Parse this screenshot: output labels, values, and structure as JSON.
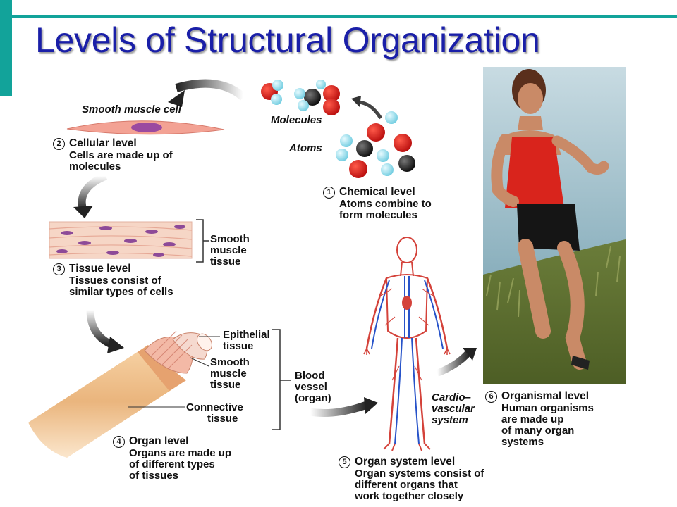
{
  "title": "Levels of Structural Organization",
  "colors": {
    "accent": "#12a39a",
    "title": "#1a1fa8"
  },
  "labels": {
    "smooth_muscle_cell": "Smooth muscle cell",
    "molecules": "Molecules",
    "atoms": "Atoms",
    "smooth_muscle_tissue": [
      "Smooth",
      "muscle",
      "tissue"
    ],
    "epithelial_tissue": [
      "Epithelial",
      "tissue"
    ],
    "smooth_muscle_tissue_2": [
      "Smooth",
      "muscle",
      "tissue"
    ],
    "connective_tissue": [
      "Connective",
      "tissue"
    ],
    "blood_vessel": [
      "Blood",
      "vessel",
      "(organ)"
    ],
    "cardiovascular_system": [
      "Cardio–",
      "vascular",
      "system"
    ]
  },
  "levels": [
    {
      "num": "1",
      "name": "Chemical level",
      "desc": [
        "Atoms combine to",
        "form molecules"
      ]
    },
    {
      "num": "2",
      "name": "Cellular level",
      "desc": [
        "Cells are made up of",
        "molecules"
      ]
    },
    {
      "num": "3",
      "name": "Tissue level",
      "desc": [
        "Tissues consist of",
        "similar types of cells"
      ]
    },
    {
      "num": "4",
      "name": "Organ level",
      "desc": [
        "Organs are made up",
        "of different types",
        "of tissues"
      ]
    },
    {
      "num": "5",
      "name": "Organ system level",
      "desc": [
        "Organ systems consist of",
        "different organs that",
        "work together closely"
      ]
    },
    {
      "num": "6",
      "name": "Organismal level",
      "desc": [
        "Human organisms",
        "are made up",
        "of many organ",
        "systems"
      ]
    }
  ]
}
